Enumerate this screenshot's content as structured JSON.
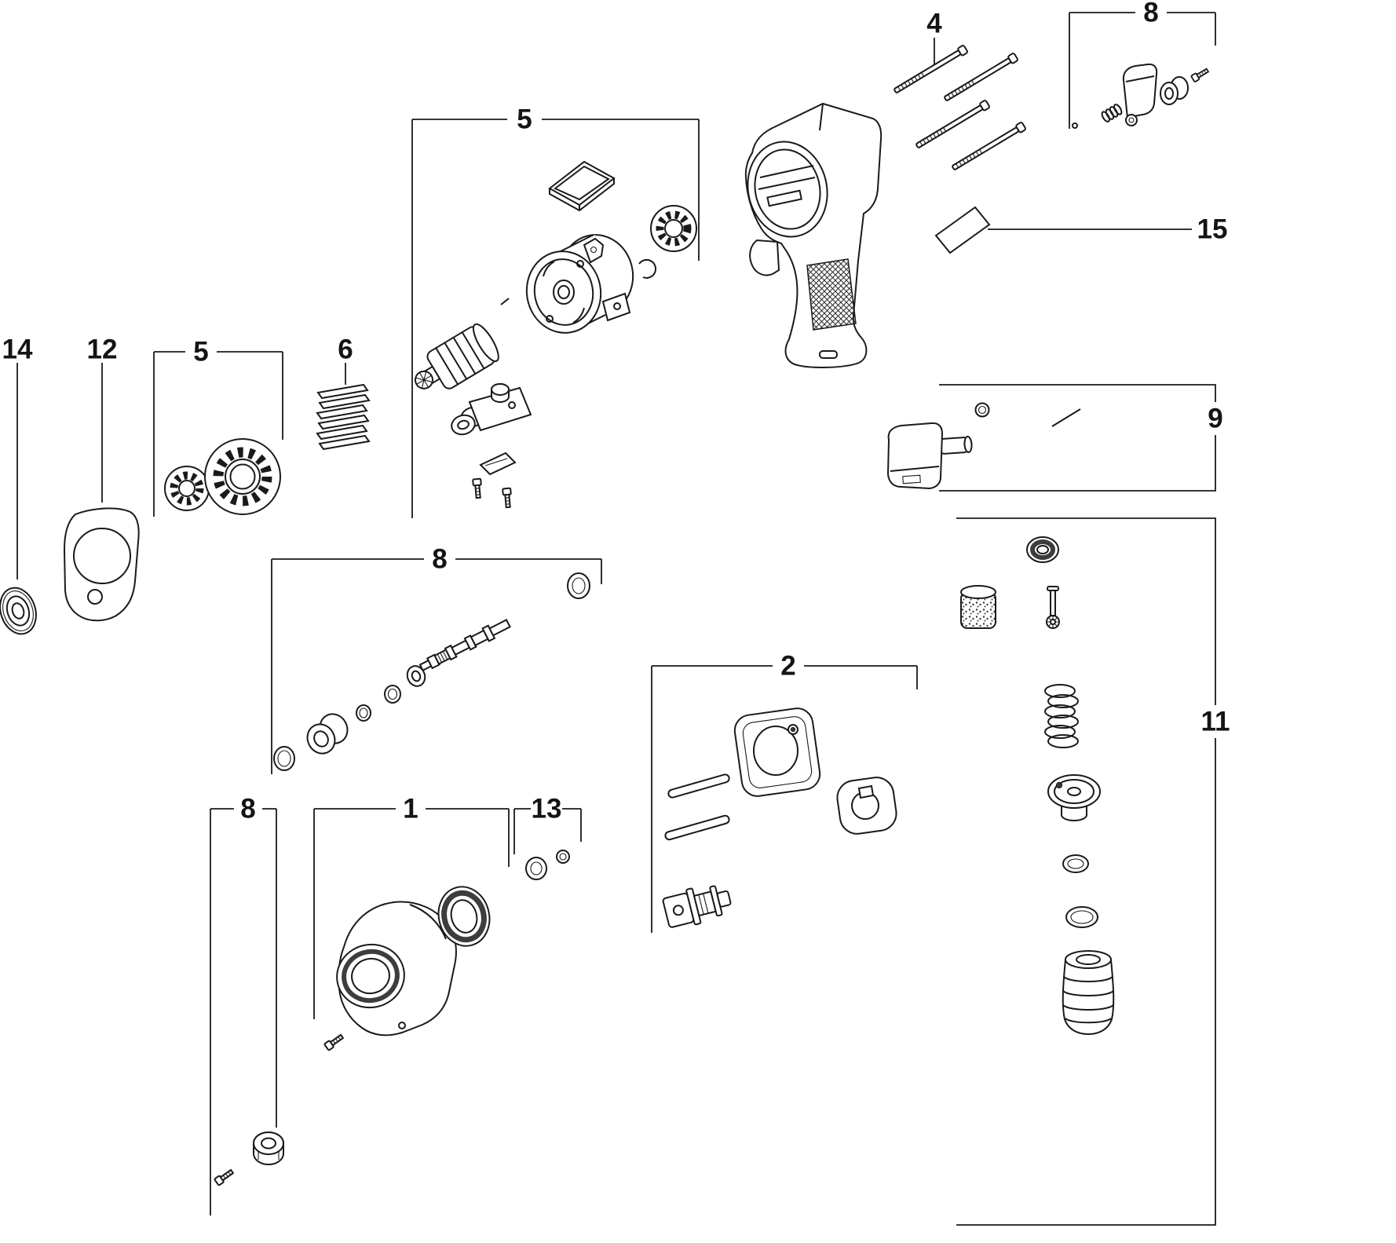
{
  "diagram": {
    "kind": "exploded-parts-diagram",
    "style": {
      "ink": "#1a1a1a",
      "background": "#ffffff",
      "accent_dark": "#3d3d3d"
    },
    "callouts": {
      "c4": {
        "label": "4"
      },
      "c8_top": {
        "label": "8"
      },
      "c5_motor": {
        "label": "5"
      },
      "c5_bearings": {
        "label": "5"
      },
      "c6_vanes": {
        "label": "6"
      },
      "c14_washer": {
        "label": "14"
      },
      "c12_gasket": {
        "label": "12"
      },
      "c15_plate": {
        "label": "15"
      },
      "c9_reverse": {
        "label": "9"
      },
      "c8_shaft": {
        "label": "8"
      },
      "c2_hammer": {
        "label": "2"
      },
      "c11_inlet": {
        "label": "11"
      },
      "c8_screw": {
        "label": "8"
      },
      "c1_housing": {
        "label": "1"
      },
      "c13_orings": {
        "label": "13"
      }
    }
  }
}
